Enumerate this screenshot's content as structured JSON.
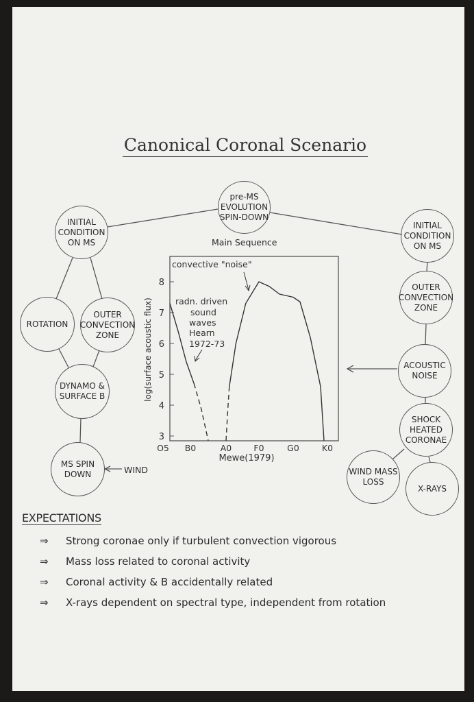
{
  "title": "Canonical Coronal Scenario",
  "nodes": {
    "pre_ms": "pre-MS EVOLUTION SPIN-DOWN",
    "left_initial": "INITIAL CONDITION ON MS",
    "rotation": "ROTATION",
    "left_outer": "OUTER CONVECTION ZONE",
    "dynamo": "DYNAMO & SURFACE B",
    "ms_spin": "MS SPIN DOWN",
    "right_initial": "INITIAL CONDITION ON MS",
    "right_outer": "OUTER CONVECTION ZONE",
    "acoustic": "ACOUSTIC NOISE",
    "shock": "SHOCK HEATED CORONAE",
    "wind_mass": "WIND MASS LOSS",
    "xrays": "X-RAYS"
  },
  "labels": {
    "main_sequence": "Main Sequence",
    "wind": "WIND"
  },
  "chart_data": {
    "type": "line",
    "ylabel": "log(surface acoustic flux)",
    "xlabel": "Mewe(1979)",
    "xticks": [
      "O5",
      "B0",
      "A0",
      "F0",
      "G0",
      "K0"
    ],
    "yticks": [
      3,
      4,
      5,
      6,
      7,
      8
    ],
    "ylim": [
      2.85,
      8.85
    ],
    "annotations": [
      "convective \"noise\"",
      "radn. driven",
      "sound",
      "waves",
      "Hearn",
      "1972-73"
    ],
    "series": [
      {
        "name": "radiation driven sound waves",
        "solid": [
          [
            0,
            7.3
          ],
          [
            0.4,
            6.4
          ],
          [
            0.8,
            5.4
          ],
          [
            1.1,
            4.7
          ]
        ],
        "dashed": [
          [
            1.1,
            4.7
          ],
          [
            1.3,
            3.9
          ],
          [
            1.5,
            2.85
          ]
        ]
      },
      {
        "name": "convective noise",
        "dashed": [
          [
            2,
            2.85
          ],
          [
            2.05,
            3.8
          ],
          [
            2.1,
            4.6
          ]
        ],
        "solid": [
          [
            2.1,
            4.6
          ],
          [
            2.3,
            6.0
          ],
          [
            2.6,
            7.3
          ],
          [
            3,
            8.0
          ],
          [
            3.3,
            7.85
          ],
          [
            3.6,
            7.6
          ],
          [
            4,
            7.5
          ],
          [
            4.2,
            7.35
          ],
          [
            4.5,
            6.2
          ],
          [
            4.8,
            4.6
          ],
          [
            4.9,
            2.85
          ]
        ]
      }
    ]
  },
  "expectations": {
    "heading": "EXPECTATIONS",
    "arrow": "⇒",
    "items": [
      "Strong coronae only if turbulent convection vigorous",
      "Mass loss related to coronal activity",
      "Coronal activity & B  accidentally related",
      "X-rays dependent on spectral type, independent from rotation"
    ]
  }
}
